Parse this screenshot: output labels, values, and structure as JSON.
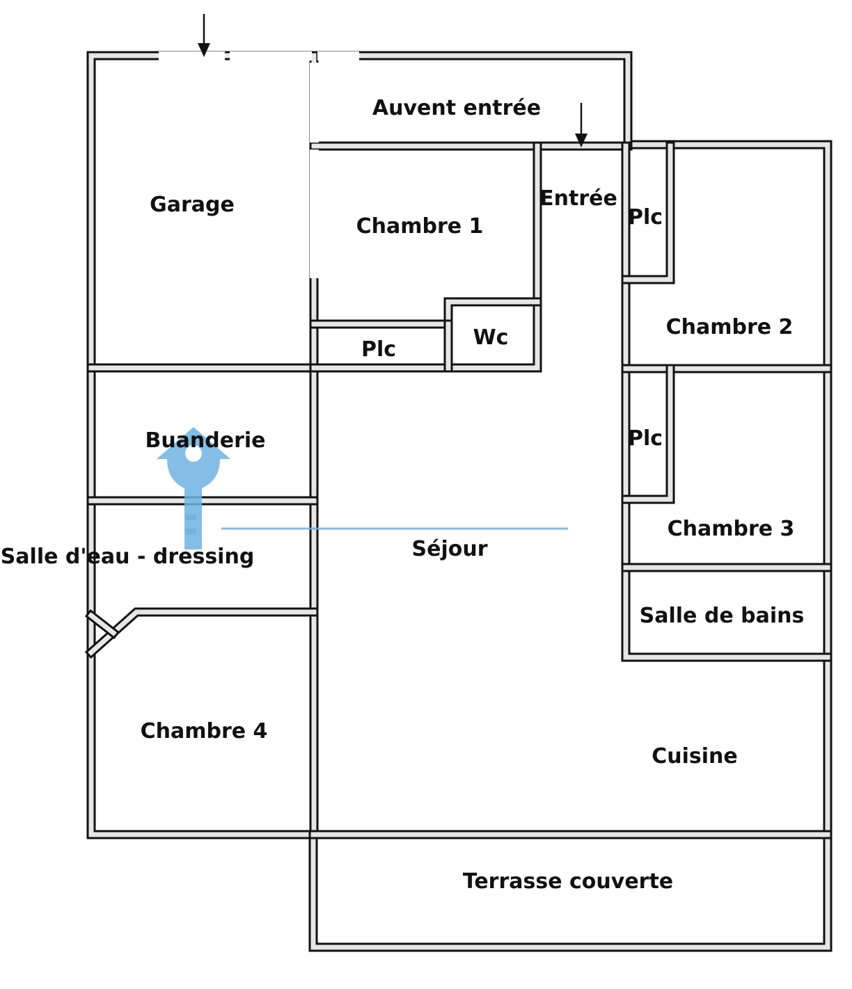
{
  "rooms": {
    "garage": "Garage",
    "auvent": "Auvent entrée",
    "chambre1": "Chambre 1",
    "entree": "Entrée",
    "plc_top": "Plc",
    "chambre2": "Chambre 2",
    "plc_small": "Plc",
    "wc": "Wc",
    "buanderie": "Buanderie",
    "plc_mid": "Plc",
    "sejour": "Séjour",
    "chambre3": "Chambre 3",
    "salle_eau": "Salle d'eau - dressing",
    "salle_bains": "Salle de bains",
    "chambre4": "Chambre 4",
    "cuisine": "Cuisine",
    "terrasse": "Terrasse couverte"
  },
  "icons": {
    "entry_arrow": "arrow-down-icon",
    "watermark": "key-house-logo-icon"
  },
  "colors": {
    "wall": "#111111",
    "wall_fill": "#e6e6e6",
    "label": "#111111",
    "watermark": "#6fb1e0"
  }
}
